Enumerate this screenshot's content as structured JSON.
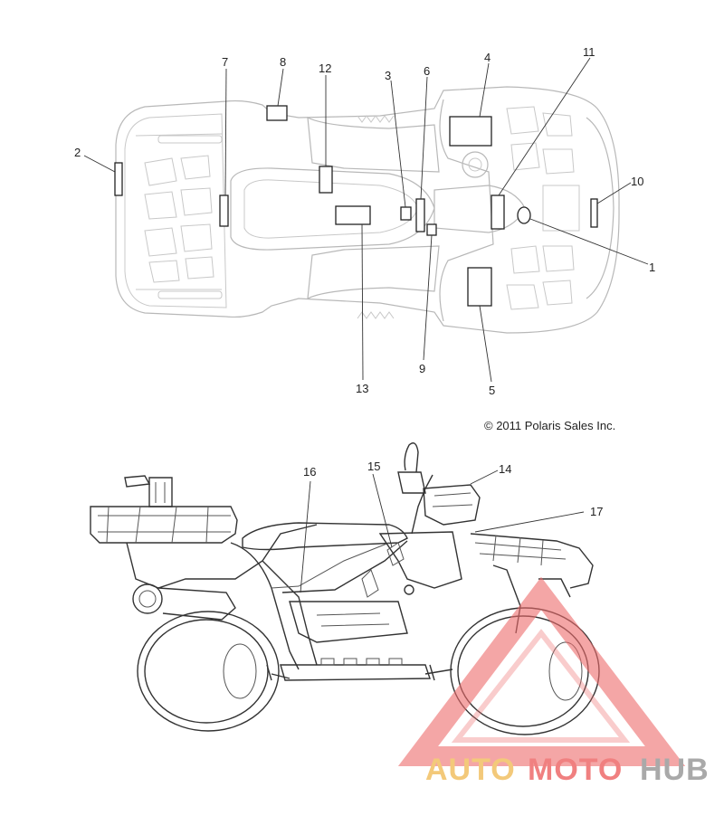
{
  "callouts": [
    {
      "id": "1",
      "text": "1"
    },
    {
      "id": "2",
      "text": "2"
    },
    {
      "id": "3",
      "text": "3"
    },
    {
      "id": "4",
      "text": "4"
    },
    {
      "id": "5",
      "text": "5"
    },
    {
      "id": "6",
      "text": "6"
    },
    {
      "id": "7",
      "text": "7"
    },
    {
      "id": "8",
      "text": "8"
    },
    {
      "id": "9",
      "text": "9"
    },
    {
      "id": "10",
      "text": "10"
    },
    {
      "id": "11",
      "text": "11"
    },
    {
      "id": "12",
      "text": "12"
    },
    {
      "id": "13",
      "text": "13"
    },
    {
      "id": "14",
      "text": "14"
    },
    {
      "id": "15",
      "text": "15"
    },
    {
      "id": "16",
      "text": "16"
    },
    {
      "id": "17",
      "text": "17"
    }
  ],
  "copyright": "© 2011 Polaris Sales Inc.",
  "watermark": {
    "part1": "AUTO",
    "part2": "MOTO",
    "part3": "HUB",
    "color_orange": "#f2c063",
    "color_red": "#ee6b6b",
    "color_gray": "#9b9b9b"
  }
}
